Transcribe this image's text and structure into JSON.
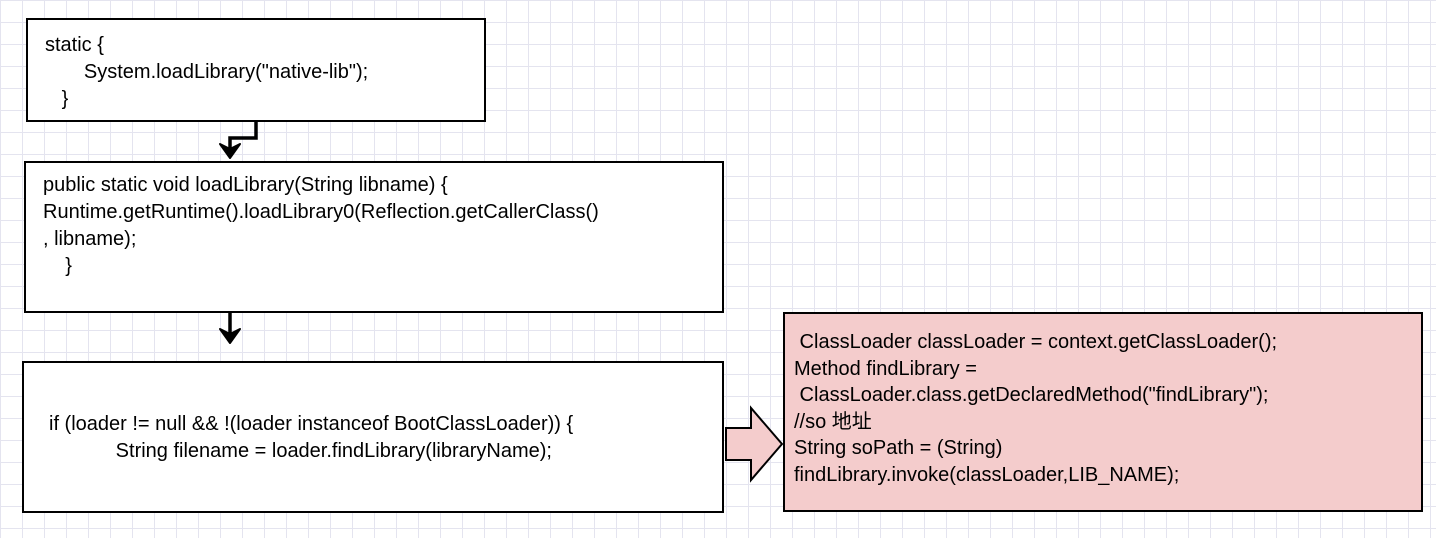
{
  "boxes": {
    "static_block": {
      "lines": [
        "static {",
        "       System.loadLibrary(\"native-lib\");",
        "   }"
      ]
    },
    "load_library": {
      "lines": [
        "public static void loadLibrary(String libname) {",
        "",
        "Runtime.getRuntime().loadLibrary0(Reflection.getCallerClass()",
        ", libname);",
        "    }"
      ]
    },
    "find_library_call": {
      "lines": [
        "if (loader != null && !(loader instanceof BootClassLoader)) {",
        "            String filename = loader.findLibrary(libraryName);"
      ]
    },
    "reflection_note": {
      "lines": [
        " ClassLoader classLoader = context.getClassLoader();",
        "Method findLibrary =",
        " ClassLoader.class.getDeclaredMethod(\"findLibrary\");",
        "//so 地址",
        "String soPath = (String)",
        "findLibrary.invoke(classLoader,LIB_NAME);"
      ]
    }
  },
  "colors": {
    "note_fill": "#f4cccc",
    "block_arrow_fill": "#f4cccc",
    "grid": "#e4e4ef",
    "stroke": "#000000"
  }
}
